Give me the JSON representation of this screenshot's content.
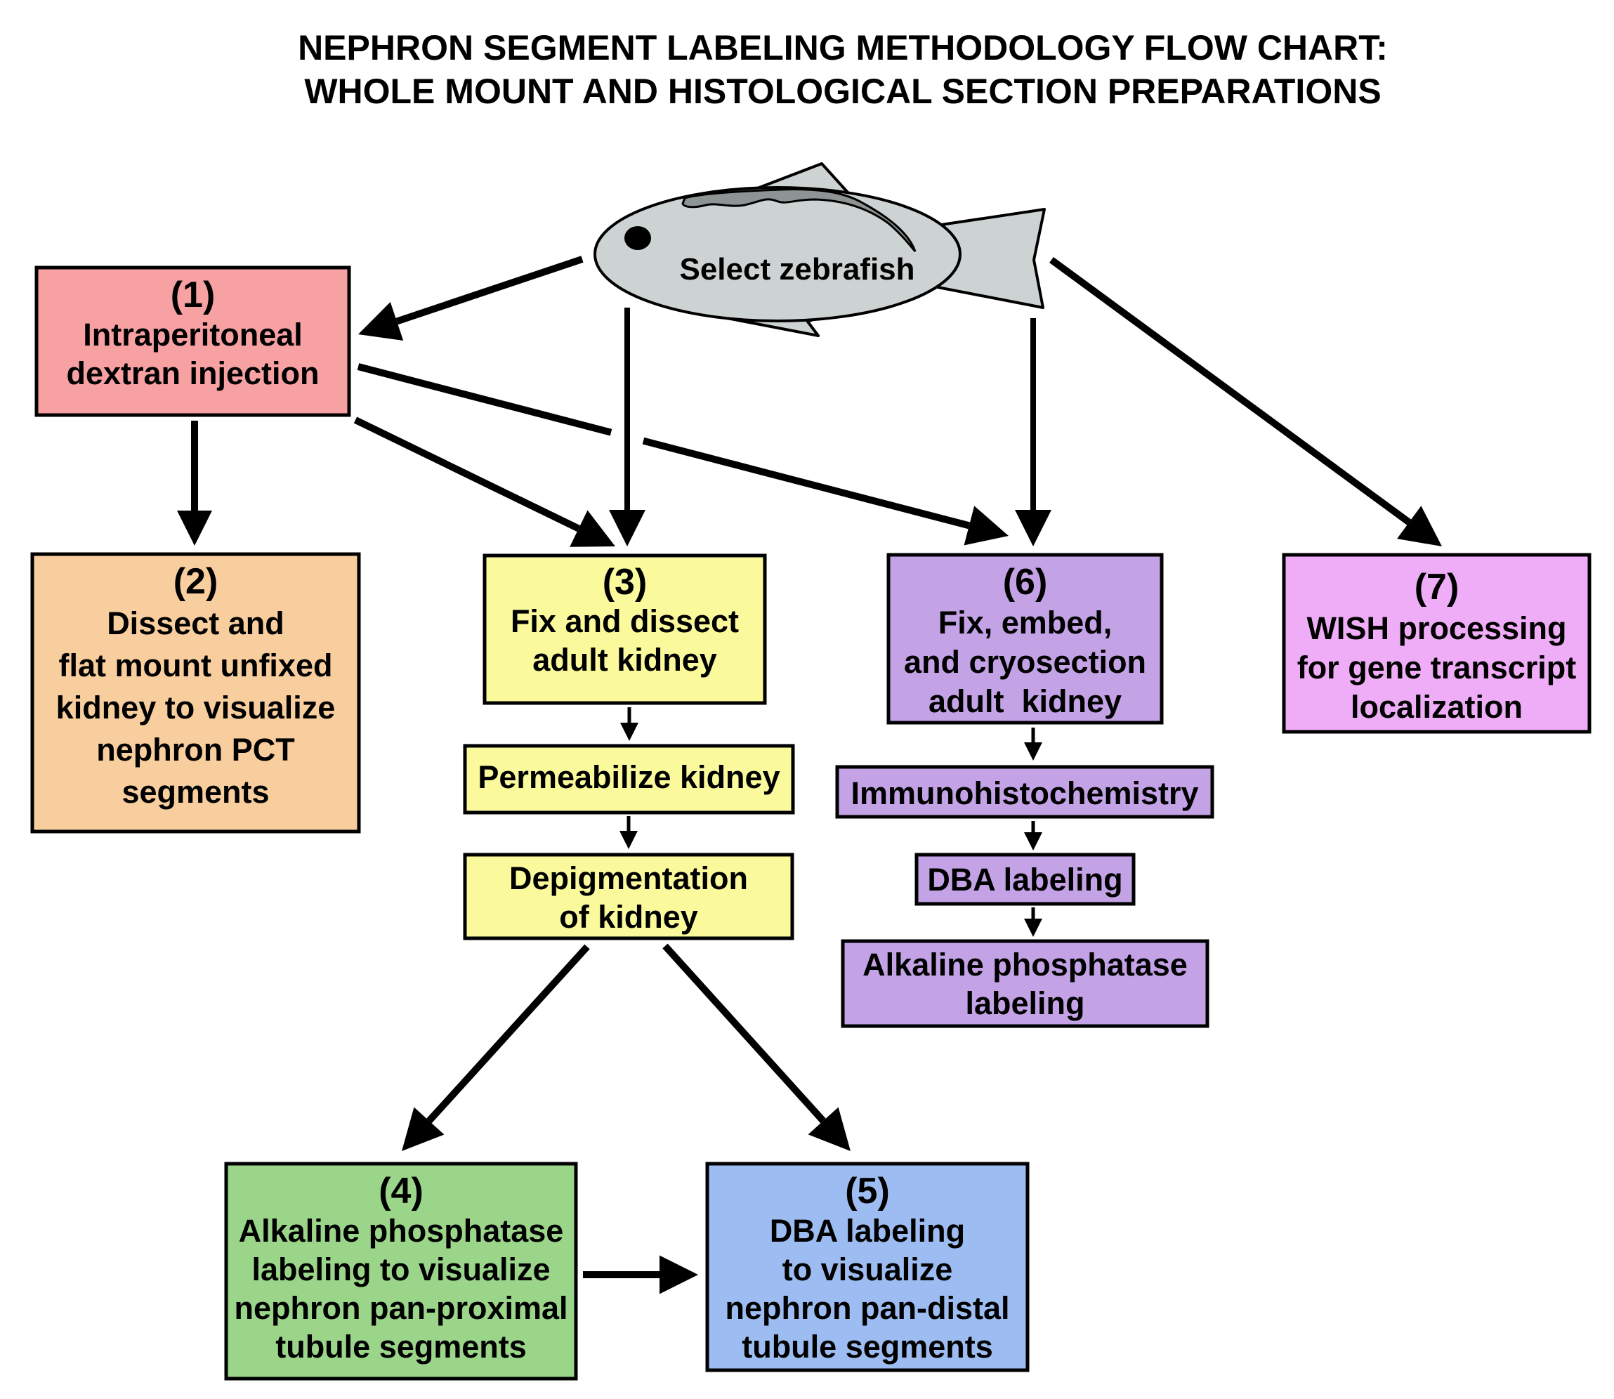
{
  "title": {
    "lines": [
      "NEPHRON SEGMENT LABELING METHODOLOGY FLOW CHART:",
      "WHOLE MOUNT AND HISTOLOGICAL SECTION PREPARATIONS"
    ]
  },
  "start_node": {
    "label": "Select zebrafish",
    "icon": "zebrafish-icon",
    "colors": {
      "body": "#CDD2D2",
      "kidney": "#8E9494",
      "eye": "#000000"
    }
  },
  "steps": [
    {
      "id": "step-1",
      "number": "(1)",
      "lines": [
        "Intraperitoneal",
        "dextran injection"
      ],
      "color": "#F7A1A3"
    },
    {
      "id": "step-2",
      "number": "(2)",
      "lines": [
        "Dissect and",
        "flat mount unfixed",
        "kidney to visualize",
        "nephron PCT",
        "segments"
      ],
      "color": "#F9CE9E"
    },
    {
      "id": "step-3",
      "number": "(3)",
      "lines": [
        "Fix and dissect",
        "adult kidney"
      ],
      "color": "#FAFA9C"
    },
    {
      "id": "step-3a",
      "number": "",
      "lines": [
        "Permeabilize kidney"
      ],
      "color": "#FAFA9C"
    },
    {
      "id": "step-3b",
      "number": "",
      "lines": [
        "Depigmentation",
        "of kidney"
      ],
      "color": "#FAFA9C"
    },
    {
      "id": "step-4",
      "number": "(4)",
      "lines": [
        "Alkaline phosphatase",
        "labeling to visualize",
        "nephron pan-proximal",
        "tubule segments"
      ],
      "color": "#9BD58A"
    },
    {
      "id": "step-5",
      "number": "(5)",
      "lines": [
        "DBA labeling",
        "to visualize",
        "nephron pan-distal",
        "tubule segments"
      ],
      "color": "#9DBDF2"
    },
    {
      "id": "step-6",
      "number": "(6)",
      "lines": [
        "Fix, embed,",
        "and cryosection",
        "adult  kidney"
      ],
      "color": "#C3A3E6"
    },
    {
      "id": "step-6a",
      "number": "",
      "lines": [
        "Immunohistochemistry"
      ],
      "color": "#C3A3E6"
    },
    {
      "id": "step-6b",
      "number": "",
      "lines": [
        "DBA labeling"
      ],
      "color": "#C3A3E6"
    },
    {
      "id": "step-6c",
      "number": "",
      "lines": [
        "Alkaline phosphatase",
        "labeling"
      ],
      "color": "#C3A3E6"
    },
    {
      "id": "step-7",
      "number": "(7)",
      "lines": [
        "WISH processing",
        "for gene transcript",
        "localization"
      ],
      "color": "#F0ADF7"
    }
  ],
  "connections": [
    {
      "from": "start",
      "to": "step-1"
    },
    {
      "from": "start",
      "to": "step-3"
    },
    {
      "from": "start",
      "to": "step-6"
    },
    {
      "from": "start",
      "to": "step-7"
    },
    {
      "from": "step-1",
      "to": "step-2"
    },
    {
      "from": "step-1",
      "to": "step-3"
    },
    {
      "from": "step-1",
      "to": "step-6"
    },
    {
      "from": "step-3",
      "to": "step-3a"
    },
    {
      "from": "step-3a",
      "to": "step-3b"
    },
    {
      "from": "step-3b",
      "to": "step-4"
    },
    {
      "from": "step-3b",
      "to": "step-5"
    },
    {
      "from": "step-4",
      "to": "step-5"
    },
    {
      "from": "step-6",
      "to": "step-6a"
    },
    {
      "from": "step-6a",
      "to": "step-6b"
    },
    {
      "from": "step-6b",
      "to": "step-6c"
    }
  ]
}
